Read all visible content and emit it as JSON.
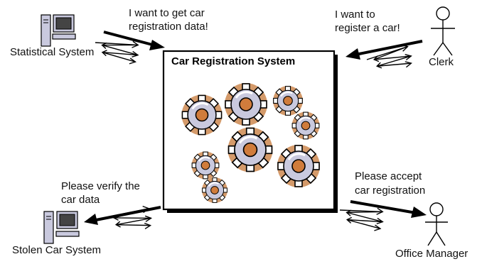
{
  "central_system": {
    "title": "Car Registration System"
  },
  "actors": {
    "statistical_system": {
      "name": "Statistical System",
      "message_line1": "I want to get car",
      "message_line2": "registration data!"
    },
    "clerk": {
      "name": "Clerk",
      "message_line1": "I want to",
      "message_line2": "register a car!"
    },
    "stolen_car_system": {
      "name": "Stolen Car System",
      "message_line1": "Please verify the",
      "message_line2": "car data"
    },
    "office_manager": {
      "name": "Office Manager",
      "message_line1": "Please accept",
      "message_line2": "car registration"
    }
  },
  "colors": {
    "gear_ring": "#d49a6a",
    "gear_disc": "#c9c9de",
    "gear_hub": "#d07c3c",
    "outline": "#000000"
  },
  "icons": [
    "computer-icon",
    "stick-figure-icon",
    "gear-icon",
    "arrow-icon",
    "zigzag-connector-icon"
  ]
}
